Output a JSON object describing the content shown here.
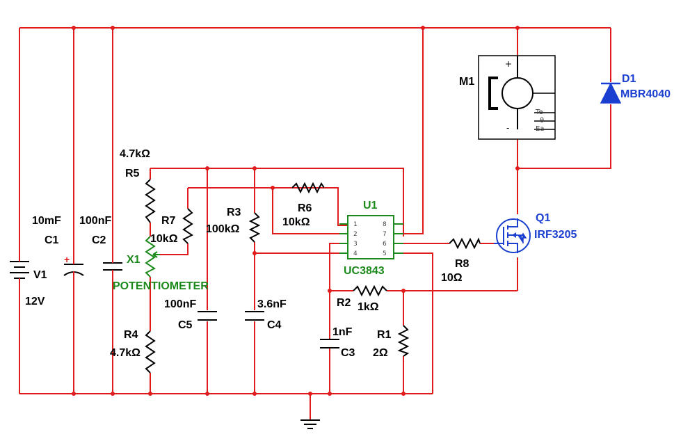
{
  "components": {
    "V1": {
      "ref": "V1",
      "value": "12V"
    },
    "C1": {
      "ref": "C1",
      "value": "10mF",
      "polarity": "+"
    },
    "C2": {
      "ref": "C2",
      "value": "100nF"
    },
    "R5": {
      "ref": "R5",
      "value": "4.7kΩ"
    },
    "R7": {
      "ref": "R7",
      "value": "10kΩ"
    },
    "X1": {
      "ref": "X1",
      "value": "POTENTIOMETER"
    },
    "R4": {
      "ref": "R4",
      "value": "4.7kΩ"
    },
    "C5": {
      "ref": "C5",
      "value": "100nF"
    },
    "R3": {
      "ref": "R3",
      "value": "100kΩ"
    },
    "C4": {
      "ref": "C4",
      "value": "3.6nF"
    },
    "R6": {
      "ref": "R6",
      "value": "10kΩ"
    },
    "U1": {
      "ref": "U1",
      "value": "UC3843",
      "pins_left": [
        "1",
        "2",
        "3",
        "4"
      ],
      "pins_right": [
        "8",
        "7",
        "6",
        "5"
      ]
    },
    "R2": {
      "ref": "R2",
      "value": "1kΩ"
    },
    "C3": {
      "ref": "C3",
      "value": "1nF"
    },
    "R1": {
      "ref": "R1",
      "value": "2Ω"
    },
    "R8": {
      "ref": "R8",
      "value": "10Ω"
    },
    "Q1": {
      "ref": "Q1",
      "value": "IRF3205"
    },
    "M1": {
      "ref": "M1",
      "plus": "+",
      "minus": "-",
      "outputs": [
        "Te",
        "θ",
        "Ea"
      ]
    },
    "D1": {
      "ref": "D1",
      "value": "MBR4040"
    }
  },
  "colors": {
    "wire": "#e01b1b",
    "component": "#000000",
    "label_blue": "#1a3fd0",
    "label_green": "#1b8a1b"
  }
}
